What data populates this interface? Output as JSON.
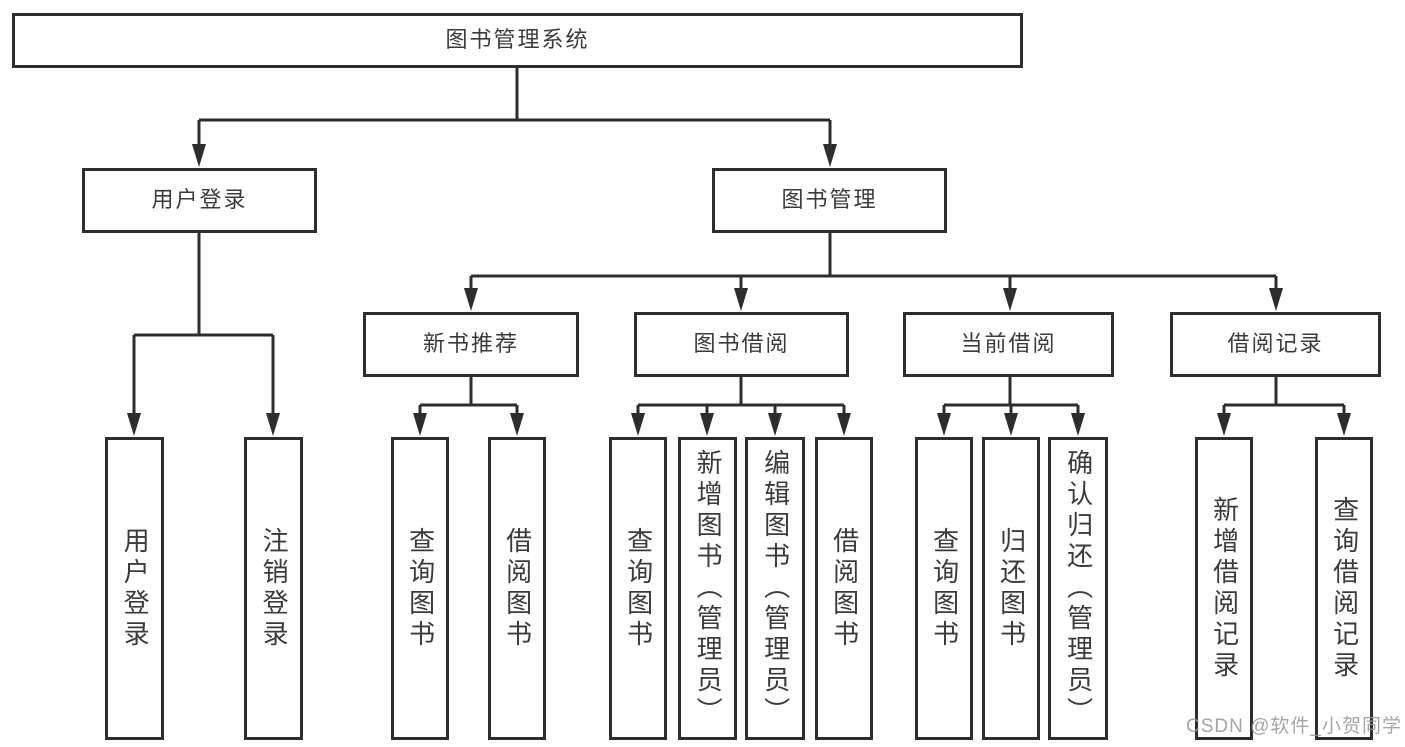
{
  "page": {
    "background": "#ffffff",
    "line_color": "#2d2d2d",
    "box_border_color": "#2d2d2d",
    "text_color": "#3b3b3b"
  },
  "nodes": {
    "root": {
      "label": "图书管理系统"
    },
    "level1": [
      {
        "id": "user-login",
        "label": "用户登录"
      },
      {
        "id": "book-management",
        "label": "图书管理"
      }
    ],
    "level2": [
      {
        "id": "new-book-recommend",
        "label": "新书推荐"
      },
      {
        "id": "book-borrow",
        "label": "图书借阅"
      },
      {
        "id": "current-borrow",
        "label": "当前借阅"
      },
      {
        "id": "borrow-records",
        "label": "借阅记录"
      }
    ],
    "leaves": {
      "user_login": [
        {
          "label": "用户登录"
        },
        {
          "label": "注销登录"
        }
      ],
      "new_book_recommend": [
        {
          "label": "查询图书"
        },
        {
          "label": "借阅图书"
        }
      ],
      "book_borrow": [
        {
          "label": "查询图书"
        },
        {
          "label": "新增图书（管理员）"
        },
        {
          "label": "编辑图书（管理员）"
        },
        {
          "label": "借阅图书"
        }
      ],
      "current_borrow": [
        {
          "label": "查询图书"
        },
        {
          "label": "归还图书"
        },
        {
          "label": "确认归还（管理员）"
        }
      ],
      "borrow_records": [
        {
          "label": "新增借阅记录"
        },
        {
          "label": "查询借阅记录"
        }
      ]
    }
  },
  "watermark": {
    "text": "CSDN @软件_小贺同学",
    "color": "#989898"
  }
}
